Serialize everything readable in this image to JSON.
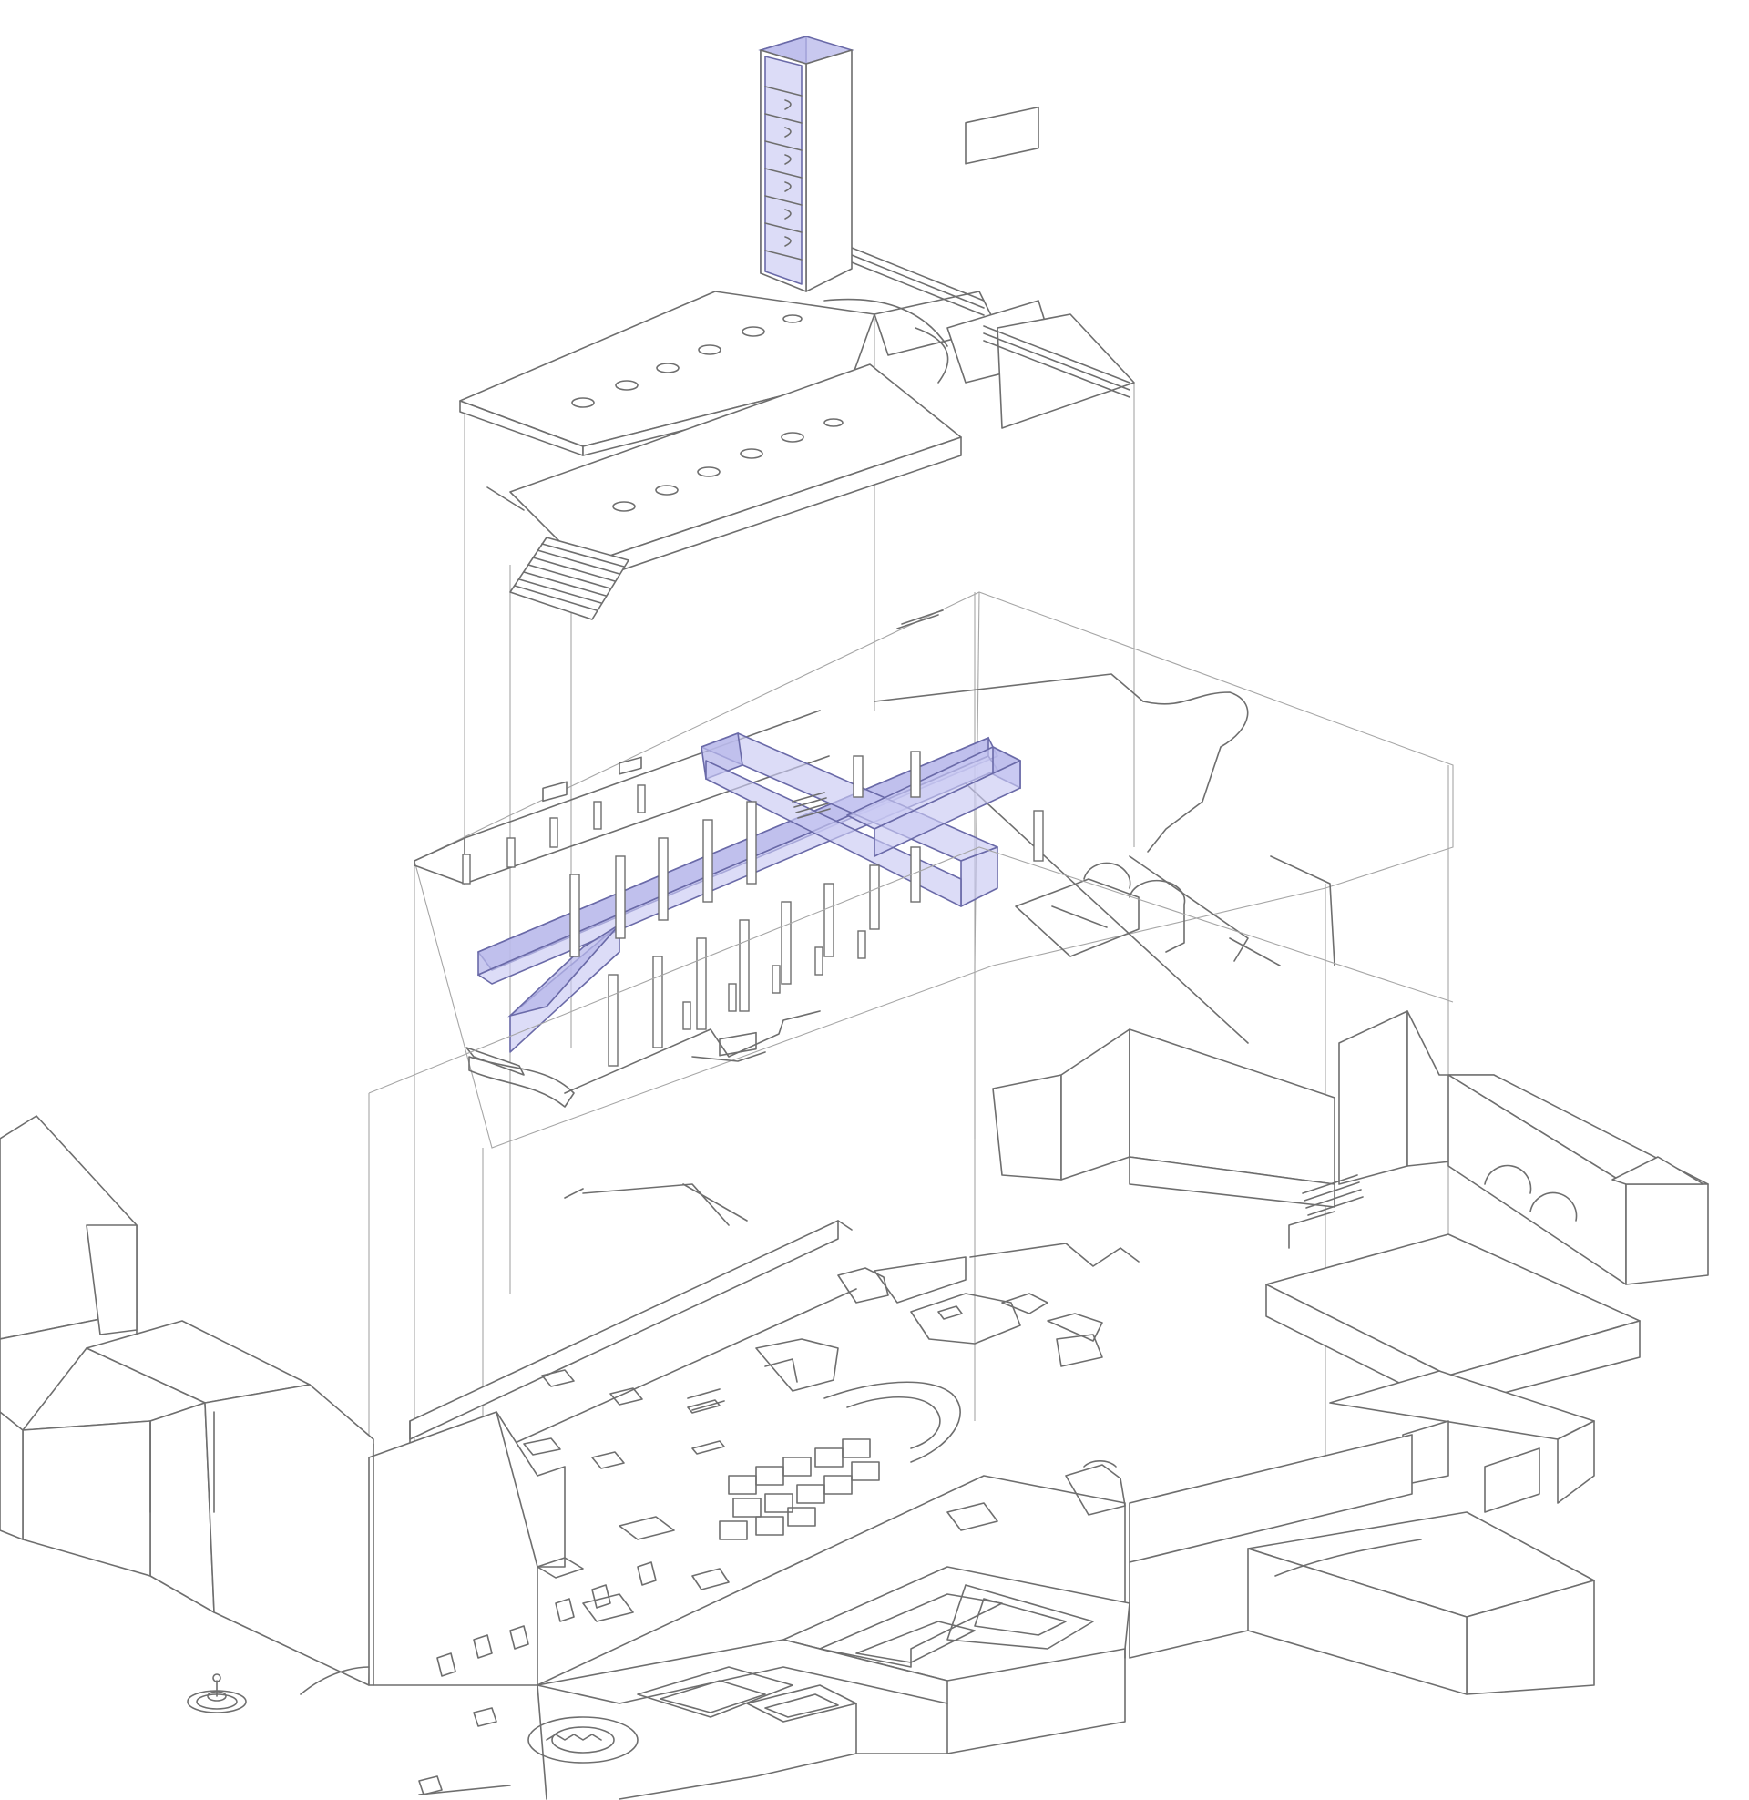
{
  "colors": {
    "background": "#ffffff",
    "line": "#6e6e6e",
    "projection_line": "#a6a6a6",
    "highlight_fill": "#c9c9f3",
    "highlight_stroke": "#6a6aa8"
  },
  "layers": [
    {
      "name": "upper-level-tower-and-terraces",
      "highlighted": "tower"
    },
    {
      "name": "middle-level-cross-corridor",
      "highlighted": "cross-corridor"
    },
    {
      "name": "ground-level-site-plan",
      "highlighted": "none"
    }
  ],
  "icons": [
    "fountain-icon"
  ]
}
